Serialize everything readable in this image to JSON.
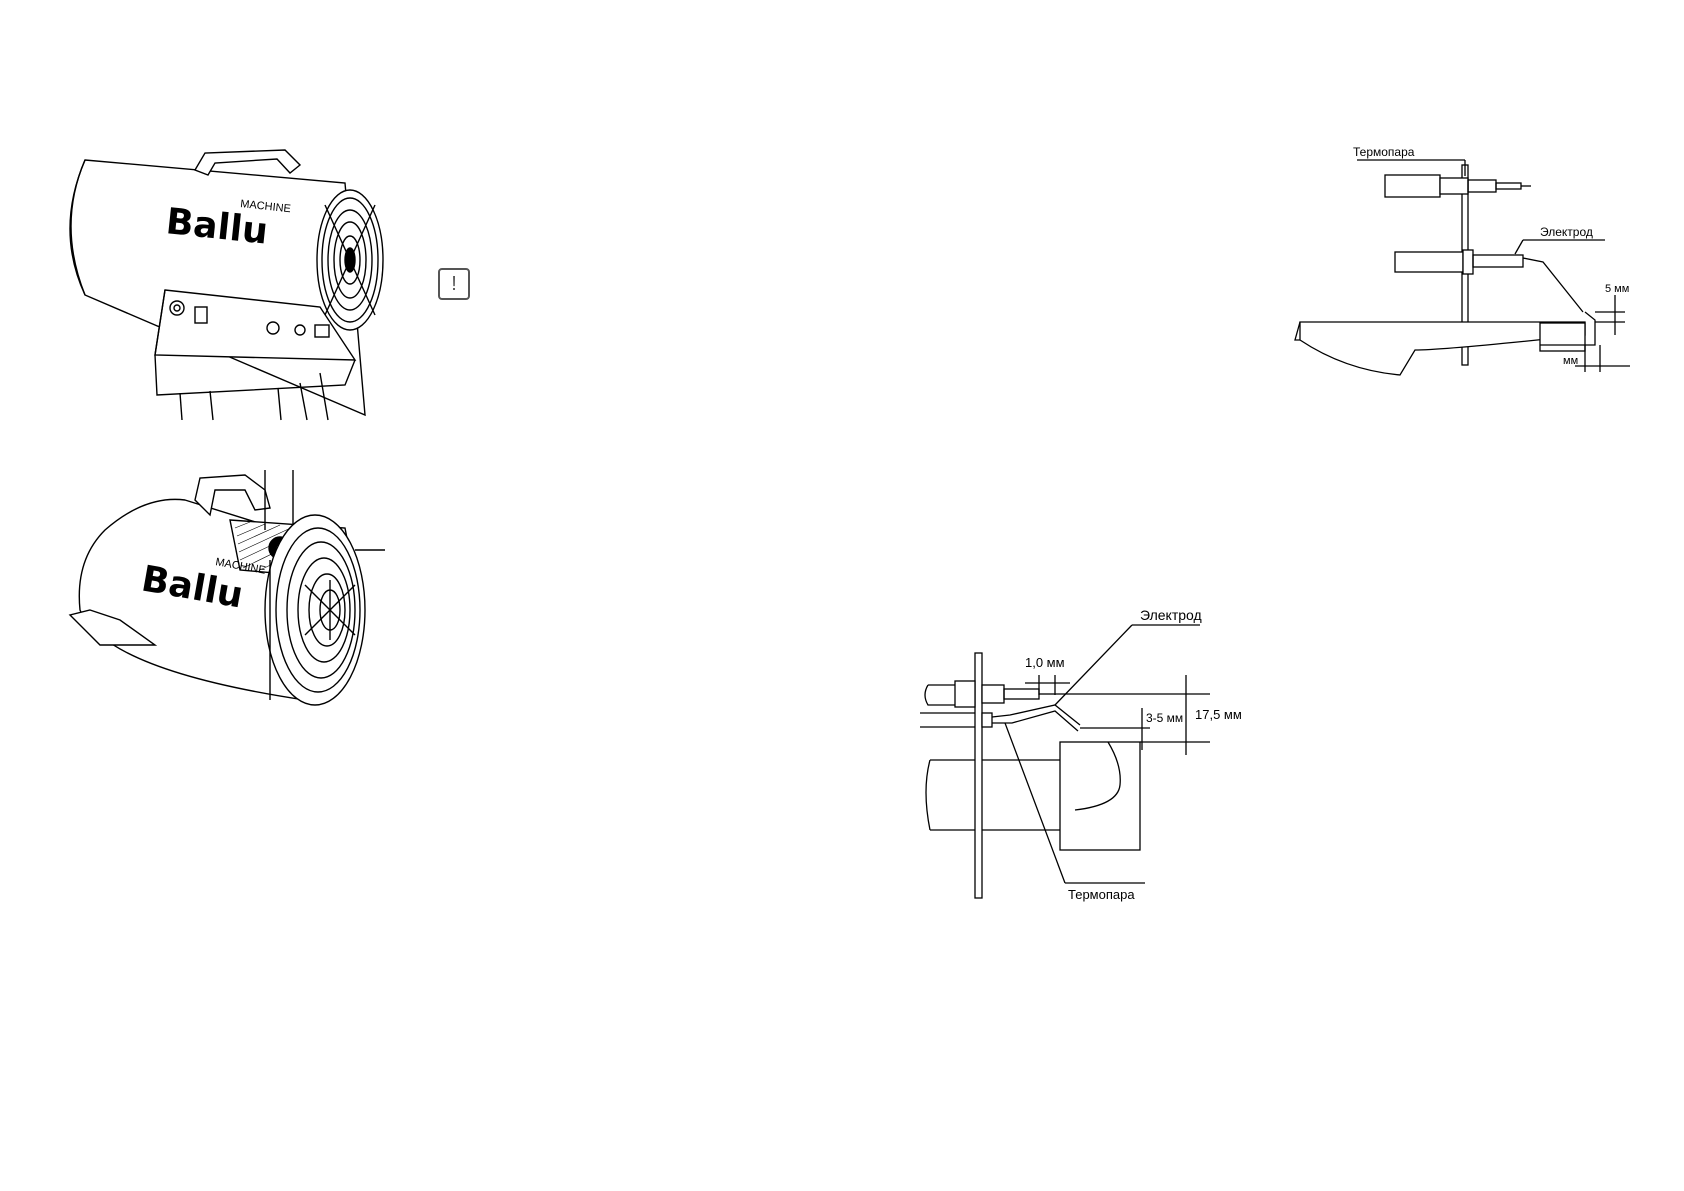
{
  "heater_front": {
    "brand": "Ballu",
    "sub_brand": "MACHINE"
  },
  "heater_rear": {
    "brand": "Ballu",
    "sub_brand": "MACHINE"
  },
  "warning_icon": {
    "glyph": "!"
  },
  "burner_top": {
    "thermocouple_label": "Термопара",
    "electrode_label": "Электрод",
    "gap_5": "5 мм",
    "gap_mm": "мм"
  },
  "burner_bottom": {
    "electrode_label": "Электрод",
    "thermocouple_label": "Термопара",
    "gap_1": "1,0 мм",
    "gap_35": "3-5 мм",
    "gap_175": "17,5 мм"
  }
}
